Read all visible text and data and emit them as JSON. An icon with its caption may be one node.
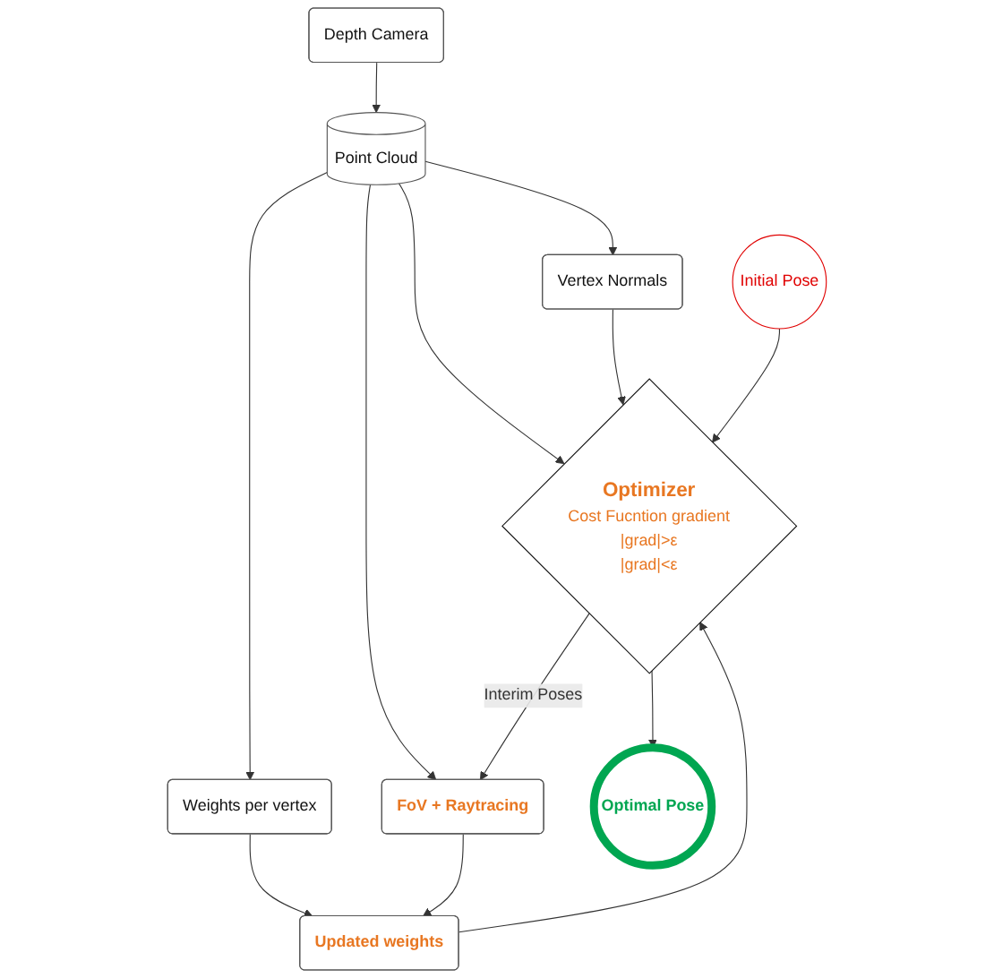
{
  "diagram": {
    "nodes": [
      {
        "text": [
          "Point Cloud"
        ]
      },
      {
        "text": [
          "Vertex Normals"
        ]
      },
      {
        "text": [
          "Weights per vertex"
        ]
      },
      {
        "text": [
          "FoV + Raytracing"
        ]
      },
      {
        "text": [
          "Updated weights"
        ]
      },
      {
        "text": [
          "Depth Camera"
        ]
      },
      {
        "text": [
          "Optimizer",
          "Cost Fucntion gradient",
          "|grad|>ε",
          "|grad|<ε"
        ]
      },
      {
        "text": [
          "Optimal Pose"
        ]
      },
      {
        "text": [
          "Initial Pose"
        ]
      }
    ],
    "edges": [
      {
        "from": 5,
        "to": 0,
        "arrow": "to"
      },
      {
        "from": 0,
        "to": 1,
        "arrow": "to"
      },
      {
        "from": 0,
        "to": 2,
        "arrow": "to"
      },
      {
        "from": 0,
        "to": 3,
        "arrow": "to"
      },
      {
        "from": 0,
        "to": 6,
        "arrow": "to"
      },
      {
        "from": 1,
        "to": 6,
        "arrow": "to"
      },
      {
        "from": 2,
        "to": 4,
        "arrow": "to"
      },
      {
        "from": 3,
        "to": 4,
        "arrow": "to"
      },
      {
        "from": 4,
        "to": 6,
        "arrow": "to"
      },
      {
        "from": 6,
        "to": 3,
        "arrow": "to",
        "label": "Interim Poses"
      },
      {
        "from": 8,
        "to": 6,
        "arrow": "to"
      },
      {
        "from": 6,
        "to": 7,
        "arrow": "to"
      }
    ]
  }
}
